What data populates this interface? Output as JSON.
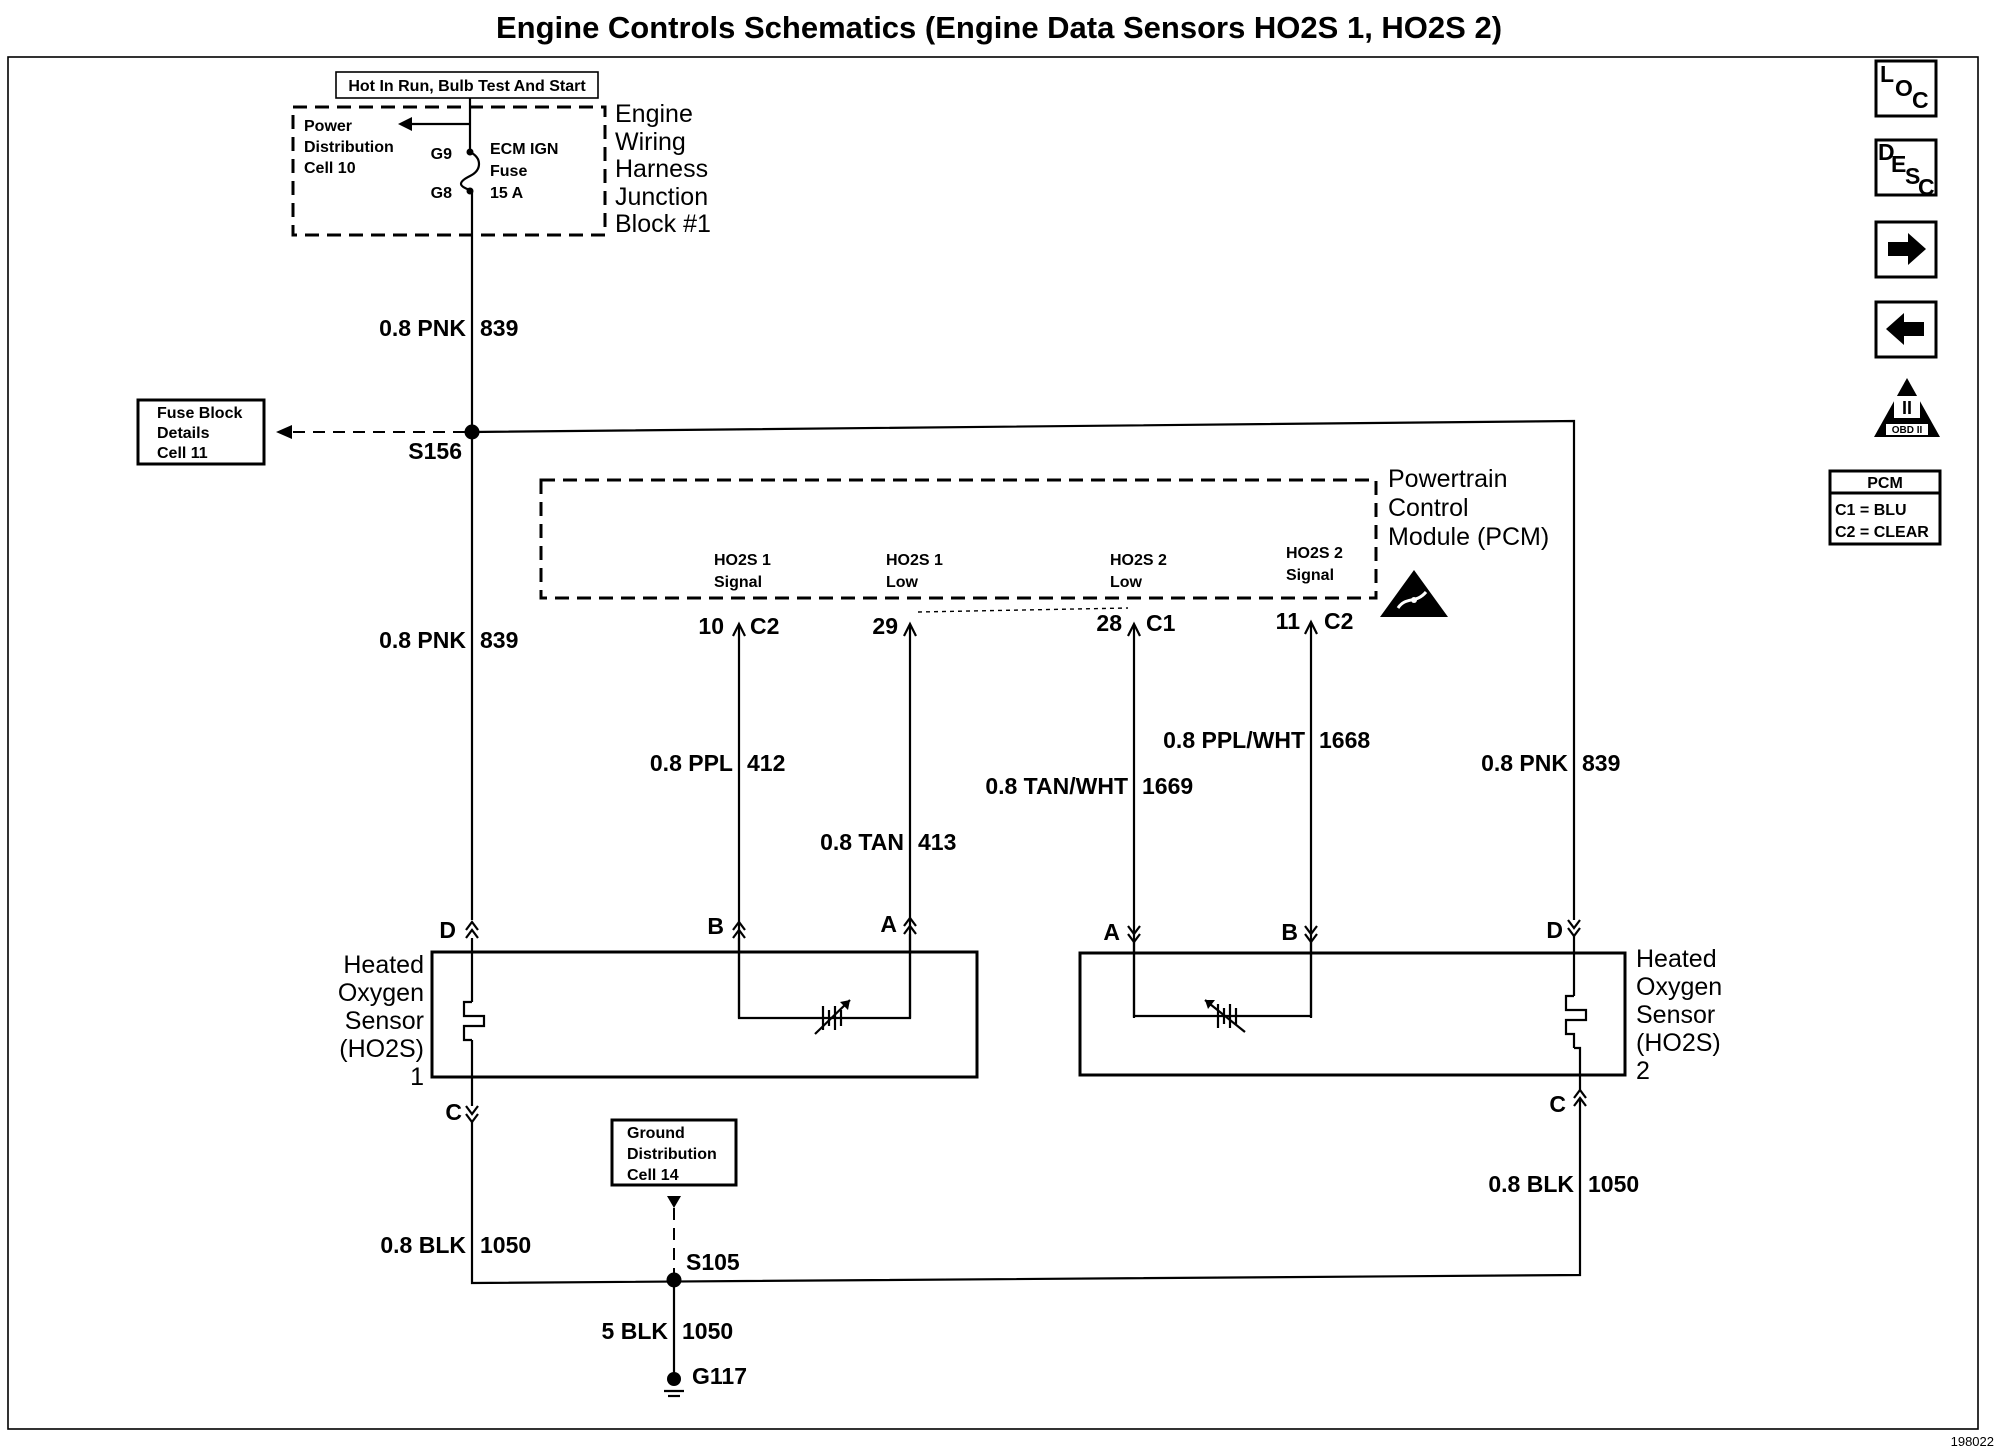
{
  "title": "Engine Controls Schematics (Engine Data Sensors HO2S 1, HO2S 2)",
  "power": {
    "hot_label": "Hot In Run, Bulb Test And Start",
    "power_distribution": [
      "Power",
      "Distribution",
      "Cell 10"
    ],
    "pin_top": "G9",
    "pin_bottom": "G8",
    "fuse": [
      "ECM IGN",
      "Fuse",
      "15 A"
    ],
    "junction_block": [
      "Engine",
      "Wiring",
      "Harness",
      "Junction",
      "Block #1"
    ]
  },
  "fuse_block_details": [
    "Fuse Block",
    "Details",
    "Cell 11"
  ],
  "splices": {
    "s156": "S156",
    "s105": "S105"
  },
  "ground": {
    "g117": "G117",
    "ground_distribution": [
      "Ground",
      "Distribution",
      "Cell 14"
    ]
  },
  "pcm": {
    "label": [
      "Powertrain",
      "Control",
      "Module (PCM)"
    ],
    "terminals": [
      {
        "name": [
          "HO2S 1",
          "Signal"
        ],
        "pin": "10",
        "connector": "C2"
      },
      {
        "name": [
          "HO2S 1",
          "Low"
        ],
        "pin": "29",
        "connector": ""
      },
      {
        "name": [
          "HO2S 2",
          "Low"
        ],
        "pin": "28",
        "connector": "C1"
      },
      {
        "name": [
          "HO2S 2",
          "Signal"
        ],
        "pin": "11",
        "connector": "C2"
      }
    ]
  },
  "wires": {
    "pnk_upper": {
      "spec": "0.8 PNK",
      "circuit": "839"
    },
    "pnk_left": {
      "spec": "0.8 PNK",
      "circuit": "839"
    },
    "pnk_right": {
      "spec": "0.8 PNK",
      "circuit": "839"
    },
    "ppl": {
      "spec": "0.8 PPL",
      "circuit": "412"
    },
    "tan": {
      "spec": "0.8 TAN",
      "circuit": "413"
    },
    "tan_wht": {
      "spec": "0.8 TAN/WHT",
      "circuit": "1669"
    },
    "ppl_wht": {
      "spec": "0.8 PPL/WHT",
      "circuit": "1668"
    },
    "blk_left": {
      "spec": "0.8 BLK",
      "circuit": "1050"
    },
    "blk_right": {
      "spec": "0.8 BLK",
      "circuit": "1050"
    },
    "blk_ground": {
      "spec": "5 BLK",
      "circuit": "1050"
    }
  },
  "sensor1": {
    "label": [
      "Heated",
      "Oxygen",
      "Sensor",
      "(HO2S)",
      "1"
    ],
    "pins": {
      "d": "D",
      "b": "B",
      "a": "A",
      "c": "C"
    }
  },
  "sensor2": {
    "label": [
      "Heated",
      "Oxygen",
      "Sensor",
      "(HO2S)",
      "2"
    ],
    "pins": {
      "a": "A",
      "b": "B",
      "d": "D",
      "c": "C"
    }
  },
  "nav_icons": {
    "loc": [
      "L",
      "O",
      "C"
    ],
    "desc": [
      "D",
      "E",
      "S",
      "C"
    ],
    "obd": "OBD II",
    "obd_numeral": "II"
  },
  "pcm_legend": {
    "title": "PCM",
    "c1": "C1 = BLU",
    "c2": "C2 = CLEAR"
  },
  "figure_id": "198022"
}
